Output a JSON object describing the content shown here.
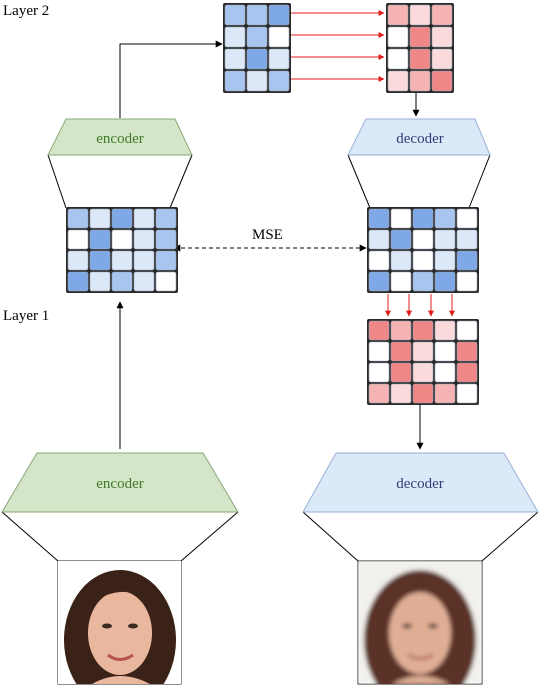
{
  "labels": {
    "layer2": "Layer 2",
    "layer1": "Layer 1",
    "mse": "MSE"
  },
  "blocks": {
    "encoder_top": "encoder",
    "decoder_top": "decoder",
    "encoder_bottom": "encoder",
    "decoder_bottom": "decoder"
  },
  "colors": {
    "encoder_fill": "#d5e6c8",
    "encoder_stroke": "#88a878",
    "encoder_text": "#3f7a2a",
    "decoder_fill": "#dbe9f8",
    "decoder_stroke": "#98b0d4",
    "decoder_text": "#2f3f7a",
    "blue_levels": [
      "#ffffff",
      "#dce8f8",
      "#a8c5ef",
      "#7fa8e6"
    ],
    "red_levels": [
      "#ffffff",
      "#fadada",
      "#f5b3b3",
      "#ef8787"
    ],
    "arrow_red": "#e31b1b",
    "line": "#000000"
  },
  "grids": {
    "latent2_in": [
      [
        2,
        2,
        3
      ],
      [
        1,
        2,
        0
      ],
      [
        1,
        3,
        1
      ],
      [
        2,
        1,
        2
      ]
    ],
    "latent2_out": [
      [
        2,
        1,
        2
      ],
      [
        0,
        3,
        1
      ],
      [
        0,
        3,
        1
      ],
      [
        1,
        2,
        3
      ]
    ],
    "latent1_left": [
      [
        2,
        1,
        3,
        1,
        2
      ],
      [
        0,
        3,
        0,
        1,
        2
      ],
      [
        1,
        3,
        1,
        1,
        2
      ],
      [
        3,
        1,
        2,
        1,
        0
      ]
    ],
    "latent1_right": [
      [
        3,
        0,
        3,
        2,
        0
      ],
      [
        1,
        3,
        0,
        1,
        1
      ],
      [
        0,
        1,
        0,
        1,
        3
      ],
      [
        3,
        0,
        2,
        3,
        0
      ]
    ],
    "latent1_red": [
      [
        3,
        2,
        3,
        1,
        0
      ],
      [
        0,
        3,
        1,
        0,
        3
      ],
      [
        0,
        3,
        1,
        0,
        3
      ],
      [
        2,
        1,
        3,
        2,
        0
      ]
    ]
  },
  "images": {
    "input_photo": "input-face-photo",
    "output_photo": "reconstructed-face-photo"
  }
}
